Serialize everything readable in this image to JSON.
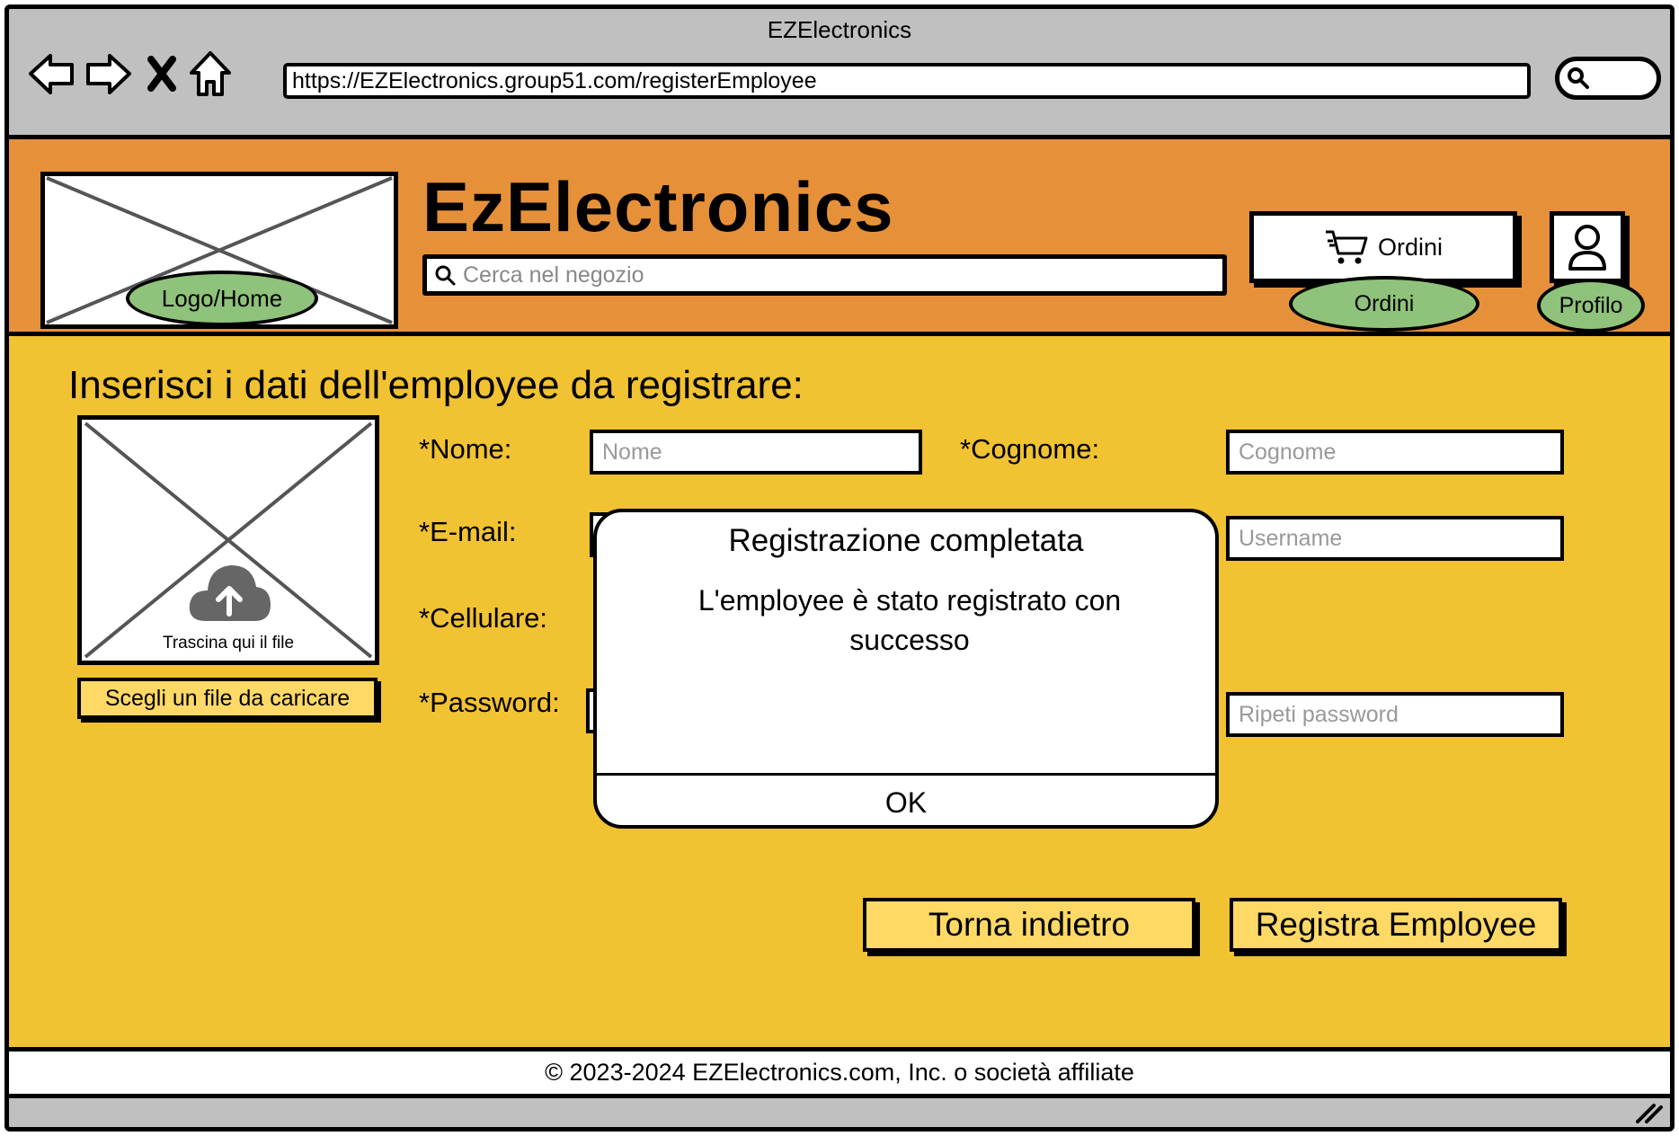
{
  "window": {
    "title": "EZElectronics"
  },
  "navigation": {
    "back_icon": "arrow-left-icon",
    "forward_icon": "arrow-right-icon",
    "stop_icon": "close-icon",
    "home_icon": "home-icon",
    "url": "https://EZElectronics.group51.com/registerEmployee",
    "search_icon": "search-icon"
  },
  "header": {
    "logo_label": "Logo/Home",
    "brand": "EzElectronics",
    "search_placeholder": "Cerca nel negozio",
    "orders_button": "Ordini",
    "orders_annotation": "Ordini",
    "profile_annotation": "Profilo"
  },
  "form": {
    "title": "Inserisci i dati dell'employee da registrare:",
    "upload_caption": "Trascina qui il file",
    "choose_file": "Scegli un file da caricare",
    "labels": {
      "nome": "*Nome:",
      "cognome": "*Cognome:",
      "email": "*E-mail:",
      "cellulare": "*Cellulare:",
      "password": "*Password:"
    },
    "placeholders": {
      "nome": "Nome",
      "cognome": "Cognome",
      "username": "Username",
      "ripeti_password": "Ripeti password"
    },
    "back_button": "Torna indietro",
    "register_button": "Registra Employee"
  },
  "dialog": {
    "title": "Registrazione completata",
    "message": "L'employee è stato registrato con successo",
    "ok": "OK"
  },
  "footer": {
    "text": "© 2023-2024 EZElectronics.com, Inc. o società affiliate"
  },
  "colors": {
    "chrome": "#c0c0c0",
    "header": "#e6913a",
    "main": "#f1c232",
    "button": "#ffd966",
    "annotation": "#8fc27a"
  }
}
